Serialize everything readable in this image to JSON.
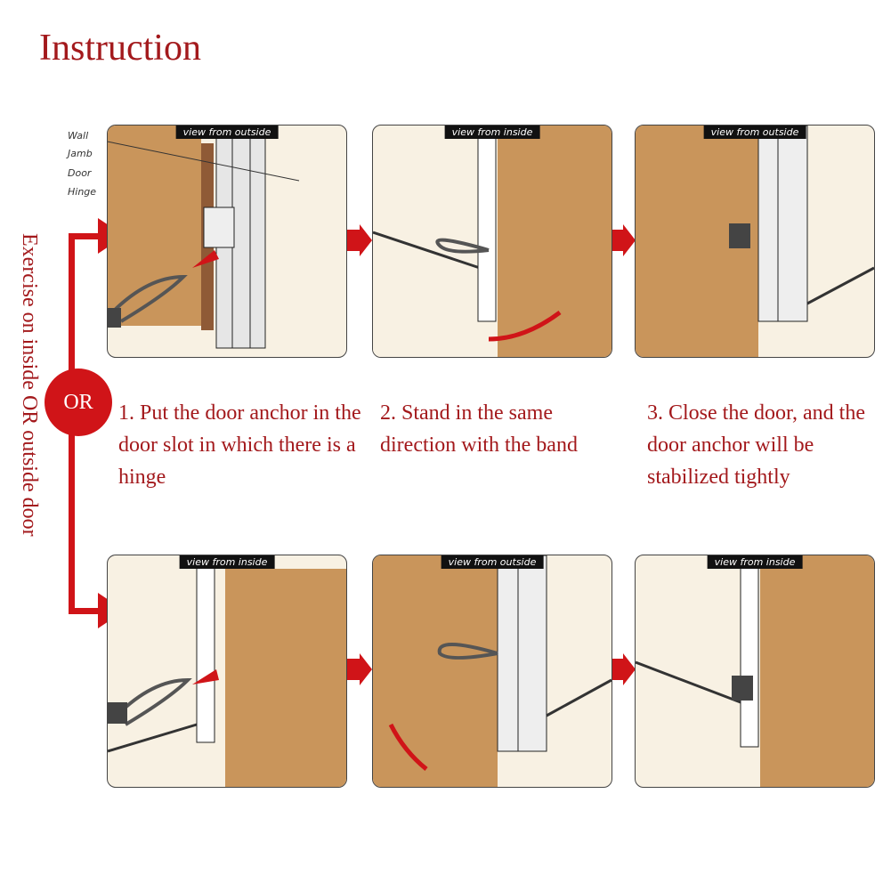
{
  "title": "Instruction",
  "side_text": "Exercise on inside OR outside door",
  "or_label": "OR",
  "part_labels": [
    "Wall",
    "Jamb",
    "Door",
    "Hinge"
  ],
  "panels": [
    {
      "view": "view from outside"
    },
    {
      "view": "view from inside"
    },
    {
      "view": "view from outside"
    },
    {
      "view": "view from inside"
    },
    {
      "view": "view from outside"
    },
    {
      "view": "view from inside"
    }
  ],
  "steps": [
    "1. Put the door anchor in the door slot in which there is a hinge",
    "2. Stand in the same direction with the band",
    "3. Close the door, and the door anchor will be stabilized tightly"
  ],
  "colors": {
    "text": "#a3191c",
    "arrow": "#d01418",
    "door": "#c9955b",
    "wall": "#f8f1e3"
  }
}
